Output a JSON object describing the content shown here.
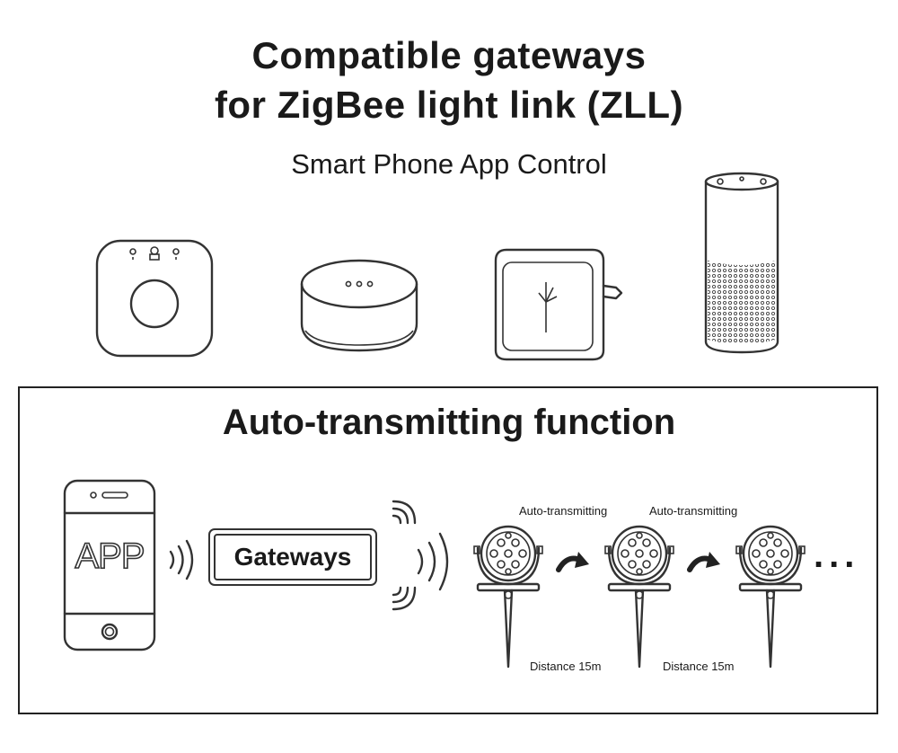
{
  "header": {
    "title_line1": "Compatible gateways",
    "title_line2": "for ZigBee light link (ZLL)",
    "subtitle": "Smart Phone App Control"
  },
  "devices": [
    "hue-bridge-icon",
    "smart-hub-icon",
    "plug-in-gateway-icon",
    "smart-speaker-icon"
  ],
  "panel": {
    "title": "Auto-transmitting function",
    "phone_label": "APP",
    "gateway_label": "Gateways",
    "relay_labels": [
      "Auto-transmitting",
      "Auto-transmitting"
    ],
    "distance_labels": [
      "Distance 15m",
      "Distance 15m"
    ],
    "ellipsis": "..."
  }
}
